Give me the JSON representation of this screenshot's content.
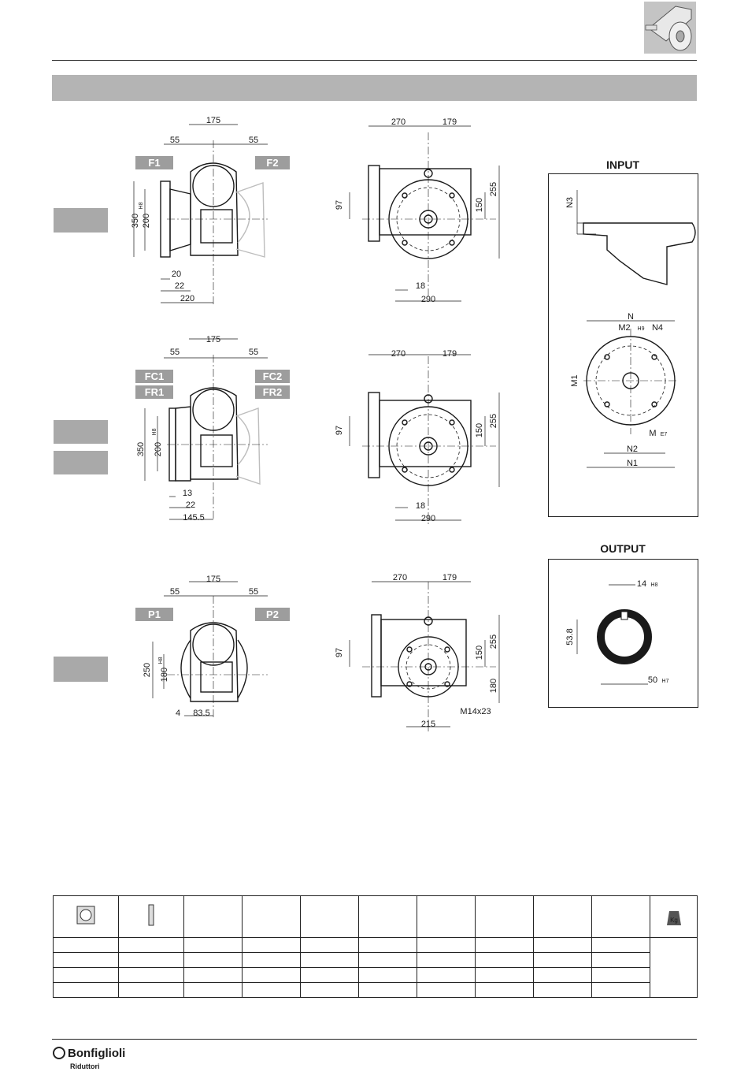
{
  "header": {
    "icon": "gearbox-product-icon"
  },
  "row1": {
    "tags": [
      "F1",
      "F2"
    ],
    "front": {
      "top": "175",
      "left": "55",
      "right": "55",
      "height": "350",
      "bore": "200",
      "bore_tol": "H8",
      "d1": "20",
      "d2": "22",
      "d3": "220"
    },
    "side": {
      "w1": "270",
      "w2": "179",
      "h1": "97",
      "h2": "150",
      "h3": "255",
      "b1": "18",
      "b2": "290"
    }
  },
  "row2": {
    "tags": [
      "FC1",
      "FC2",
      "FR1",
      "FR2"
    ],
    "front": {
      "top": "175",
      "left": "55",
      "right": "55",
      "height": "350",
      "bore": "200",
      "bore_tol": "H8",
      "d1": "13",
      "d2": "22",
      "d3": "145.5"
    },
    "side": {
      "w1": "270",
      "w2": "179",
      "h1": "97",
      "h2": "150",
      "h3": "255",
      "b1": "18",
      "b2": "290"
    }
  },
  "row3": {
    "tags": [
      "P1",
      "P2"
    ],
    "front": {
      "top": "175",
      "left": "55",
      "right": "55",
      "height": "250",
      "bore": "180",
      "bore_tol": "H8",
      "d1": "4",
      "d2": "83.5"
    },
    "side": {
      "w1": "270",
      "w2": "179",
      "h1": "97",
      "h2": "150",
      "h3": "255",
      "h4": "180",
      "thread": "M14x23",
      "b1": "215"
    }
  },
  "input": {
    "title": "INPUT",
    "labels": {
      "n3": "N3",
      "n": "N",
      "m2": "M2",
      "m2_tol": "H9",
      "n4": "N4",
      "m1": "M1",
      "m": "M",
      "m_tol": "E7",
      "n2": "N2",
      "n1": "N1"
    }
  },
  "output": {
    "title": "OUTPUT",
    "labels": {
      "key": "14",
      "key_tol": "H8",
      "depth": "53.8",
      "bore": "50",
      "bore_tol": "H7"
    }
  },
  "table": {
    "icons": [
      "gearbox-front-icon",
      "flange-icon",
      "weight-kg-icon"
    ],
    "weight_symbol": "Kg"
  },
  "footer": {
    "brand": "Bonfiglioli",
    "sub": "Riduttori"
  }
}
